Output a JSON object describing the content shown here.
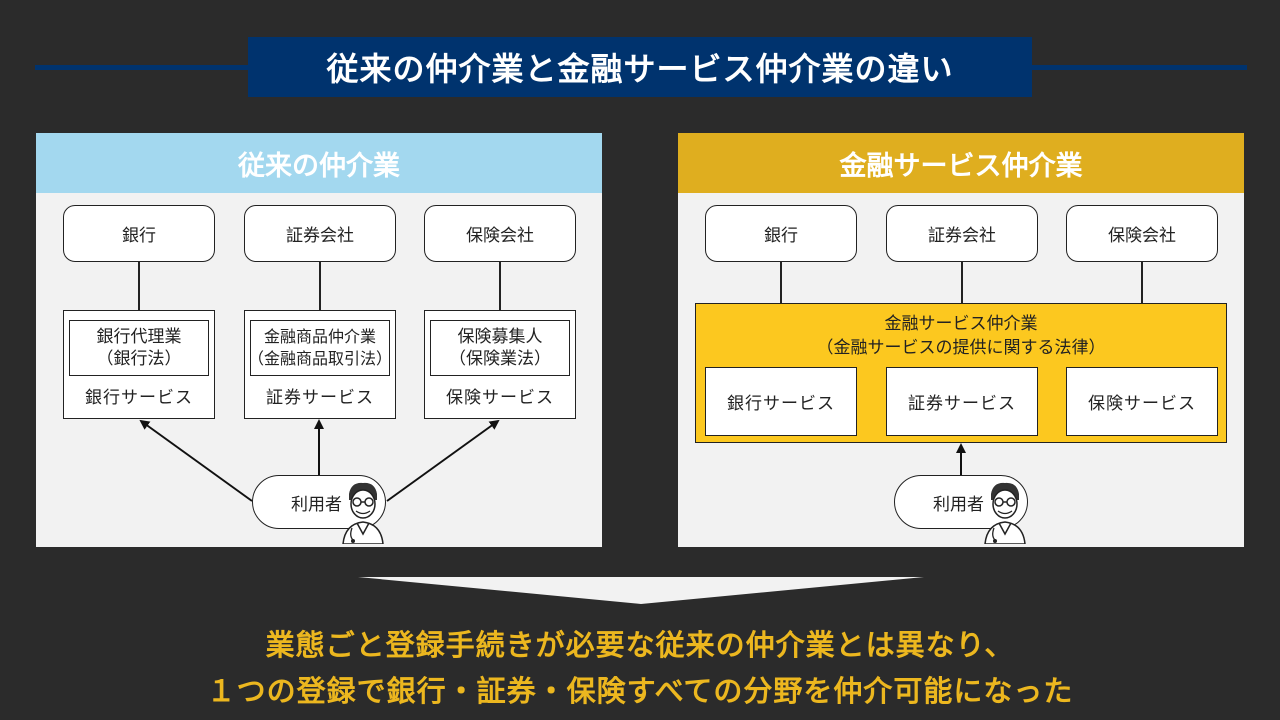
{
  "title": "従来の仲介業と金融サービス仲介業の違い",
  "colors": {
    "title_bg": "#00336e",
    "left_header": "#a3d8ef",
    "right_header": "#dfae1f",
    "gold_box": "#fcc81f",
    "accent_text": "#ecb71f"
  },
  "left_panel": {
    "header": "従来の仲介業",
    "institutions": [
      "銀行",
      "証券会社",
      "保険会社"
    ],
    "services": [
      {
        "license_line1": "銀行代理業",
        "license_line2": "（銀行法）",
        "label": "銀行サービス"
      },
      {
        "license_line1": "金融商品仲介業",
        "license_line2": "（金融商品取引法）",
        "label": "証券サービス"
      },
      {
        "license_line1": "保険募集人",
        "license_line2": "（保険業法）",
        "label": "保険サービス"
      }
    ],
    "user_label": "利用者"
  },
  "right_panel": {
    "header": "金融サービス仲介業",
    "institutions": [
      "銀行",
      "証券会社",
      "保険会社"
    ],
    "box_title_line1": "金融サービス仲介業",
    "box_title_line2": "（金融サービスの提供に関する法律）",
    "services": [
      "銀行サービス",
      "証券サービス",
      "保険サービス"
    ],
    "user_label": "利用者"
  },
  "user_icon": "doctor-avatar-icon",
  "conclusion": {
    "line1": "業態ごと登録手続きが必要な従来の仲介業とは異なり、",
    "line2": "１つの登録で銀行・証券・保険すべての分野を仲介可能になった"
  }
}
